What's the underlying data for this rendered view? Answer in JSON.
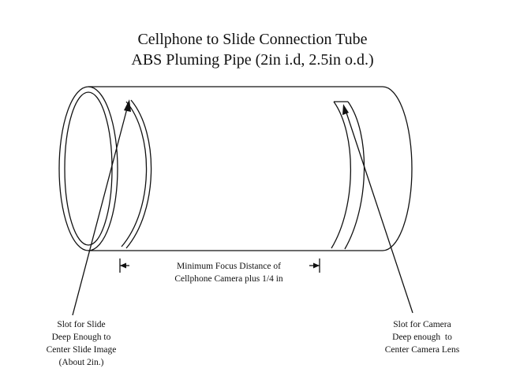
{
  "title": {
    "line1": "Cellphone to Slide Connection Tube",
    "line2": "ABS Pluming Pipe (2in i.d, 2.5in o.d.)"
  },
  "dimension": {
    "line1": "Minimum Focus Distance of",
    "line2": "Cellphone Camera plus 1/4 in"
  },
  "slot_slide": {
    "line1": "Slot for Slide",
    "line2": "Deep Enough to",
    "line3": "Center Slide Image",
    "line4": "(About 2in.)"
  },
  "slot_camera": {
    "line1": "Slot for Camera",
    "line2": "Deep enough  to",
    "line3": "Center Camera Lens"
  }
}
